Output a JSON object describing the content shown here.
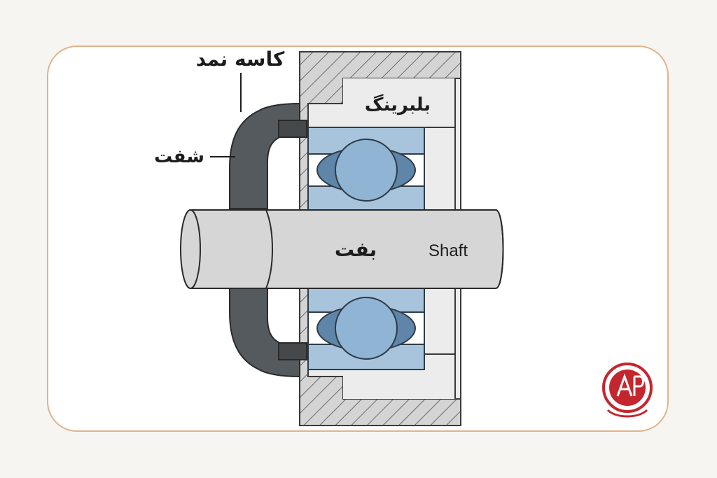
{
  "labels": {
    "seal_label": "کاسه نمد",
    "felt_label": "شفت",
    "bearing_label": "بلبرینگ",
    "shaft_label_fa": "بفت",
    "shaft_label_en": "Shaft"
  },
  "colors": {
    "frame_border": "#e0b48a",
    "housing_hatch": "#cfcfcf",
    "seal_dark": "#555a5e",
    "bearing_blue": "#a8c4dc",
    "ball_blue": "#8fb4d4",
    "ball_shadow": "#5f85a8",
    "shaft_gray": "#d6d6d6",
    "logo_red": "#c4262e"
  },
  "icons": {
    "logo": "company-logo-icon"
  }
}
